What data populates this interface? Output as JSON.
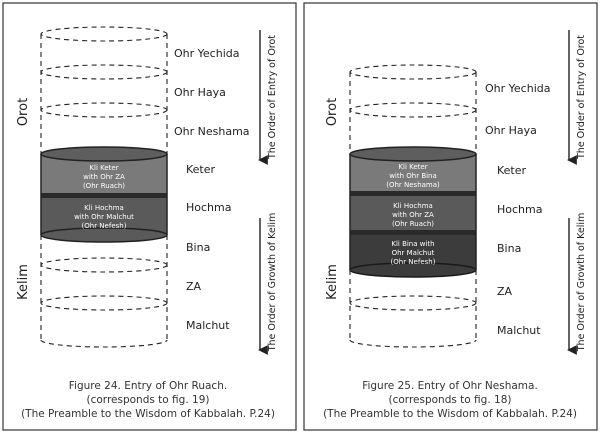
{
  "colors": {
    "frame": "#333333",
    "kli_top": "#7a7a7a",
    "kli_mid": "#5a5a5a",
    "kli_dark": "#3c3c3c",
    "band": "#2a2a2a",
    "text": "#222222"
  },
  "panels": [
    {
      "side_labels": {
        "top": "Orot",
        "bottom": "Kelim"
      },
      "arrow_labels": {
        "top": "The Order of Entry of Orot",
        "bottom": "The Order of Growth of Kelim"
      },
      "level_labels": [
        "Ohr Yechida",
        "Ohr Haya",
        "Ohr Neshama",
        "Keter",
        "Hochma",
        "Bina",
        "ZA",
        "Malchut"
      ],
      "filled_vessels": [
        {
          "lines": [
            "Kli Keter",
            "with Ohr ZA",
            "(Ohr Ruach)"
          ]
        },
        {
          "lines": [
            "Kli Hochma",
            "with Ohr Malchut",
            "(Ohr Nefesh)"
          ]
        }
      ],
      "caption": [
        "Figure 24. Entry of Ohr Ruach.",
        "(corresponds to fig. 19)",
        "(The Preamble to the Wisdom of Kabbalah. P.24)"
      ]
    },
    {
      "side_labels": {
        "top": "Orot",
        "bottom": "Kelim"
      },
      "arrow_labels": {
        "top": "The Order of Entry of Orot",
        "bottom": "The Order of Growth of Kelim"
      },
      "level_labels": [
        "Ohr Yechida",
        "Ohr Haya",
        "Keter",
        "Hochma",
        "Bina",
        "ZA",
        "Malchut"
      ],
      "filled_vessels": [
        {
          "lines": [
            "Kli Keter",
            "with Ohr Bina",
            "(Ohr Neshama)"
          ]
        },
        {
          "lines": [
            "Kli Hochma",
            "with Ohr ZA",
            "(Ohr Ruach)"
          ]
        },
        {
          "lines": [
            "Kli Bina with",
            "Ohr Malchut",
            "(Ohr Nefesh)"
          ]
        }
      ],
      "caption": [
        "Figure 25. Entry of Ohr Neshama.",
        "(corresponds to fig. 18)",
        "(The Preamble to the Wisdom of Kabbalah. P.24)"
      ]
    }
  ]
}
